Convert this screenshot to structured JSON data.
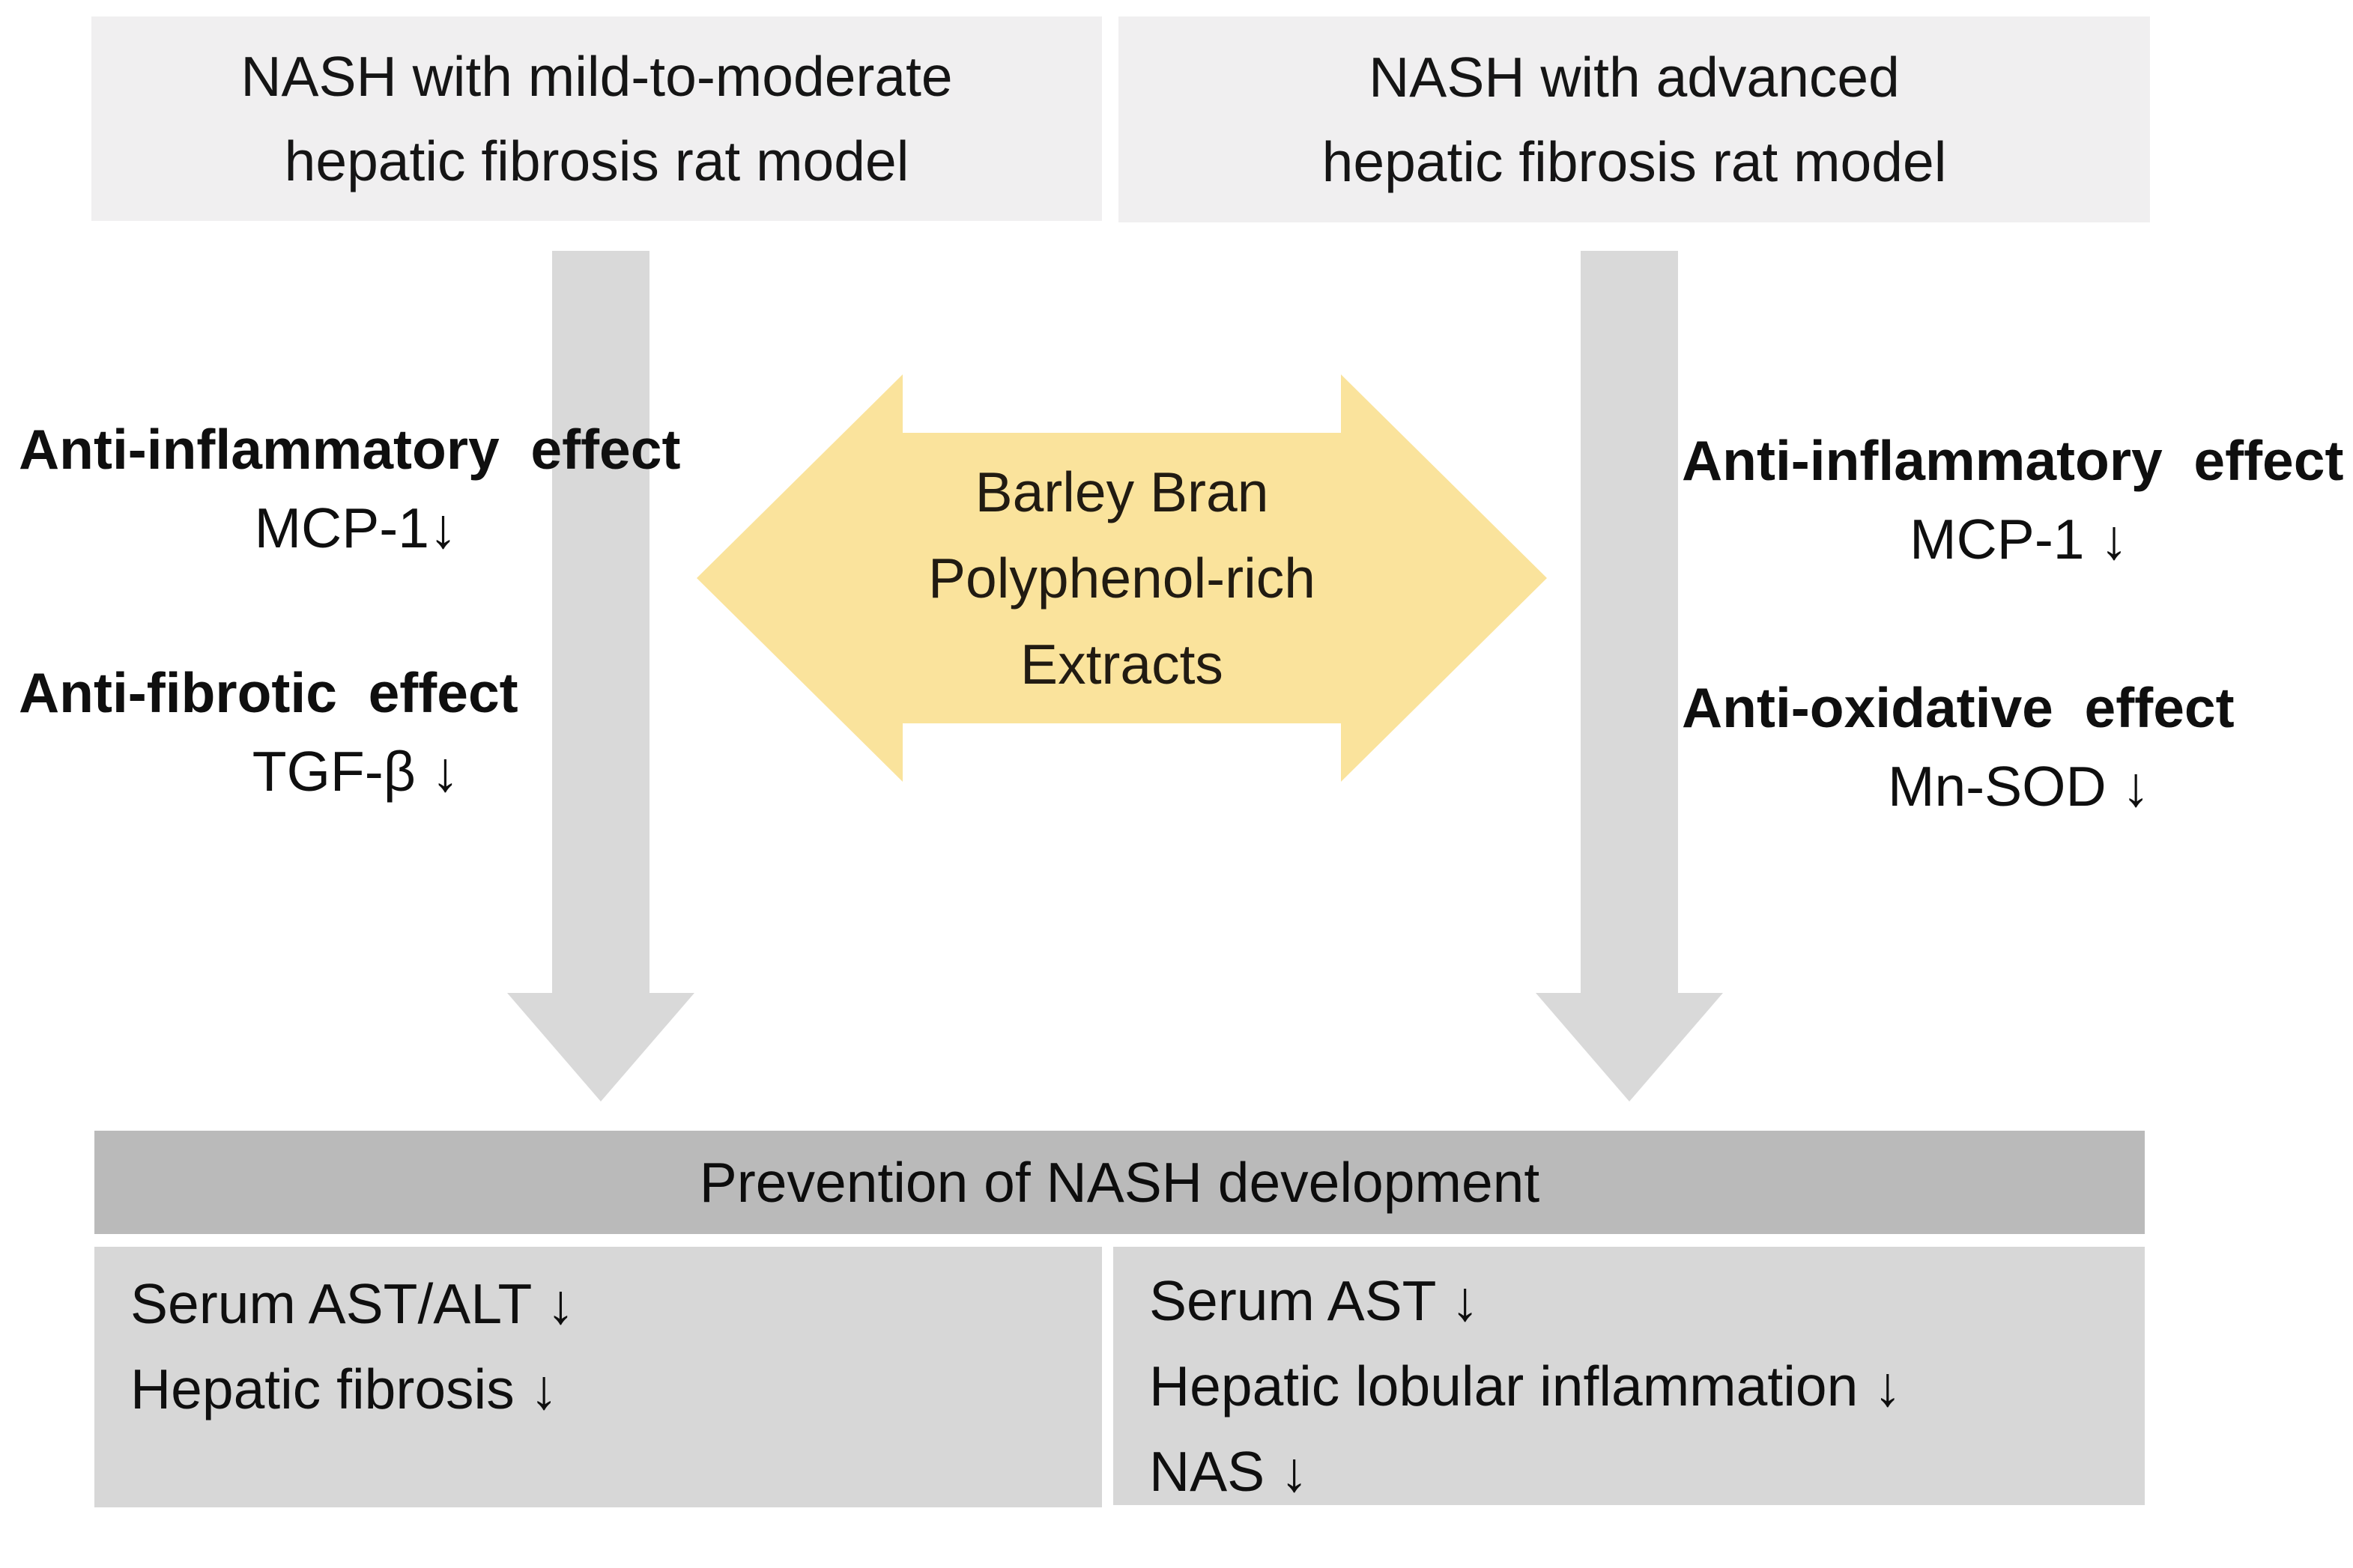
{
  "colors": {
    "model_box_bg": "#f0eff0",
    "down_arrow": "#d9d9d9",
    "center_arrow_fill": "#fae39c",
    "header_bar_bg": "#bababa",
    "outcome_box_bg": "#d7d7d7",
    "text": "#1a1a1a"
  },
  "models": {
    "left": {
      "lines": [
        "NASH with mild-to-moderate",
        "hepatic fibrosis rat model"
      ]
    },
    "right": {
      "lines": [
        "NASH with advanced",
        "hepatic fibrosis rat model"
      ]
    }
  },
  "left_effects": {
    "effect1_title": "Anti-inflammatory  effect",
    "effect1_marker": "MCP-1↓",
    "effect2_title": "Anti-fibrotic  effect",
    "effect2_marker": "TGF-β ↓"
  },
  "right_effects": {
    "effect1_title": "Anti-inflammatory  effect",
    "effect1_marker": "MCP-1 ↓",
    "effect2_title": "Anti-oxidative  effect",
    "effect2_marker": "Mn-SOD ↓"
  },
  "center_arrow": {
    "lines": [
      "Barley Bran",
      "Polyphenol-rich",
      "Extracts"
    ]
  },
  "outcome": {
    "header": "Prevention of NASH development",
    "left_box": {
      "lines": [
        "Serum AST/ALT ↓",
        "Hepatic fibrosis ↓"
      ]
    },
    "right_box": {
      "lines": [
        "Serum AST ↓",
        "Hepatic lobular inflammation ↓",
        "NAS ↓"
      ]
    }
  }
}
